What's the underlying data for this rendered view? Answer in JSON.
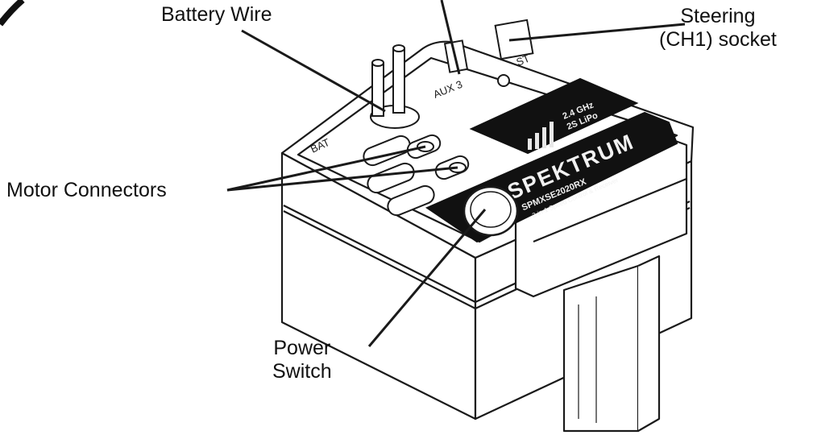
{
  "callouts": {
    "battery_wire": "Battery Wire",
    "steering_line1": "Steering",
    "steering_line2": "(CH1) socket",
    "motor_connectors": "Motor Connectors",
    "power_line1": "Power",
    "power_line2": "Switch"
  },
  "device": {
    "brand": "SPEKTRUM",
    "model": "SPMXSE2020RX",
    "tagline": "2-in-1 Speed Control & Receiver",
    "freq": "2.4 GHz",
    "cells": "2S LiPo",
    "port_aux": "AUX 3",
    "port_st": "ST",
    "port_bat": "BAT"
  },
  "colors": {
    "line": "#1a1a1a",
    "label_panel": "#111111",
    "label_text": "#f2f2f2",
    "background": "#ffffff"
  }
}
